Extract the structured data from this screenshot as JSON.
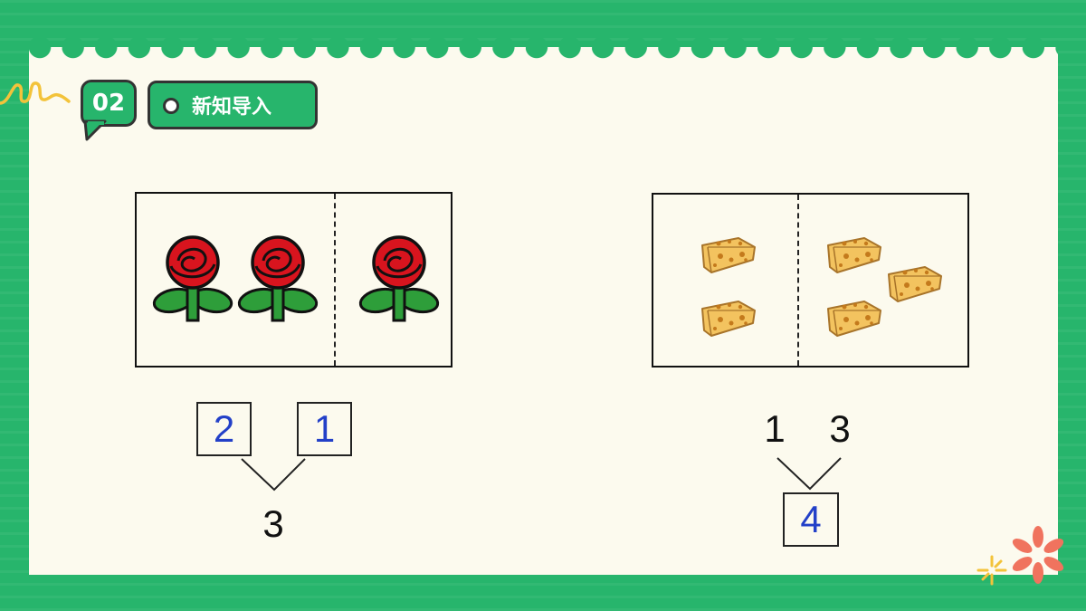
{
  "header": {
    "section_number": "02",
    "title": "新知导入"
  },
  "panels": [
    {
      "name": "flowers",
      "left_count": 2,
      "right_count": 1,
      "left_icon": "rose-icon",
      "right_icon": "rose-icon",
      "bond": {
        "top_left": "2",
        "top_right": "1",
        "bottom": "3",
        "top_left_boxed": true,
        "top_right_boxed": true,
        "bottom_boxed": false
      }
    },
    {
      "name": "cheese",
      "left_count": 2,
      "right_count": 3,
      "left_icon": "cheese-icon",
      "right_icon": "cheese-icon",
      "bond": {
        "top_left": "1",
        "top_right": "3",
        "bottom": "4",
        "top_left_boxed": false,
        "top_right_boxed": false,
        "bottom_boxed": true
      }
    }
  ],
  "colors": {
    "brand_green": "#27b56c",
    "card_bg": "#fcfaee",
    "answer_blue": "#2340c8",
    "rose_red": "#d8141e",
    "leaf_green": "#2e9e3a",
    "cheese_yellow": "#f3c35f",
    "decor_coral": "#f0735e",
    "decor_yellow": "#f3c33a"
  }
}
